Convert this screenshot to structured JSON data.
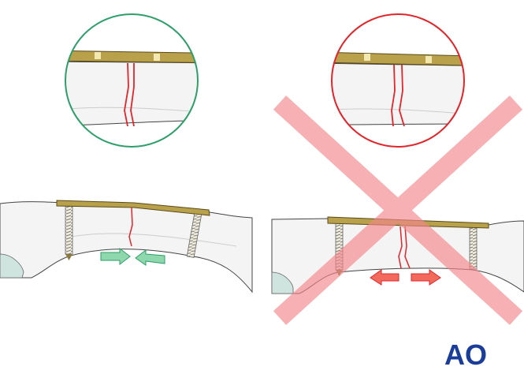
{
  "logo": {
    "text": "AO",
    "color": "#1a3d9a"
  },
  "panels": [
    {
      "id": "correct",
      "circle_color": "#2e9e6a",
      "arrow_color": "#8fd8ae",
      "arrow_direction": "compression",
      "crossed_out": false
    },
    {
      "id": "incorrect",
      "circle_color": "#e0252b",
      "arrow_color": "#f26a5c",
      "arrow_direction": "distraction",
      "crossed_out": true
    }
  ],
  "colors": {
    "plate": "#b8a14a",
    "fracture": "#e0252b",
    "bone": "#f4f4f4",
    "cross": "#f4868b",
    "cartilage": "#cfe3df"
  }
}
